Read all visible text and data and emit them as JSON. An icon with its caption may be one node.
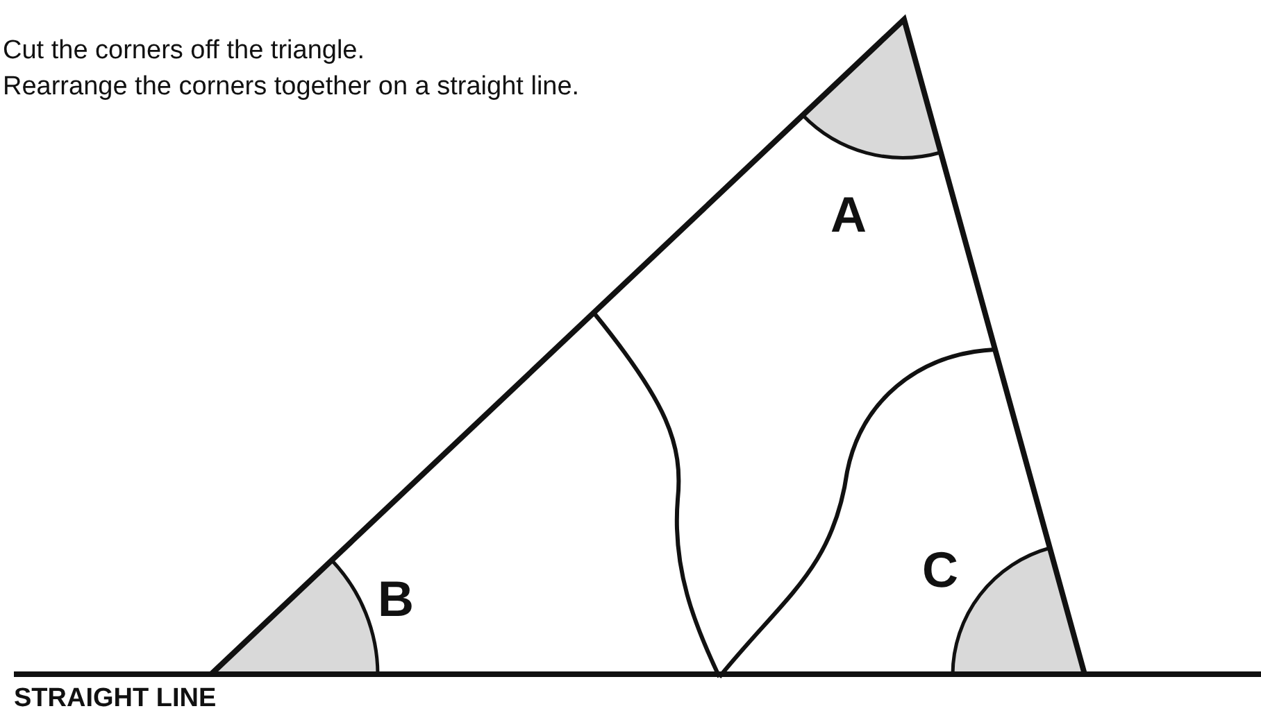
{
  "diagram": {
    "labels": [
      "Cut the corners off the triangle.",
      "Rearrange the corners together on a straight line.",
      "A",
      "B",
      "C",
      "STRAIGHT LINE"
    ]
  }
}
